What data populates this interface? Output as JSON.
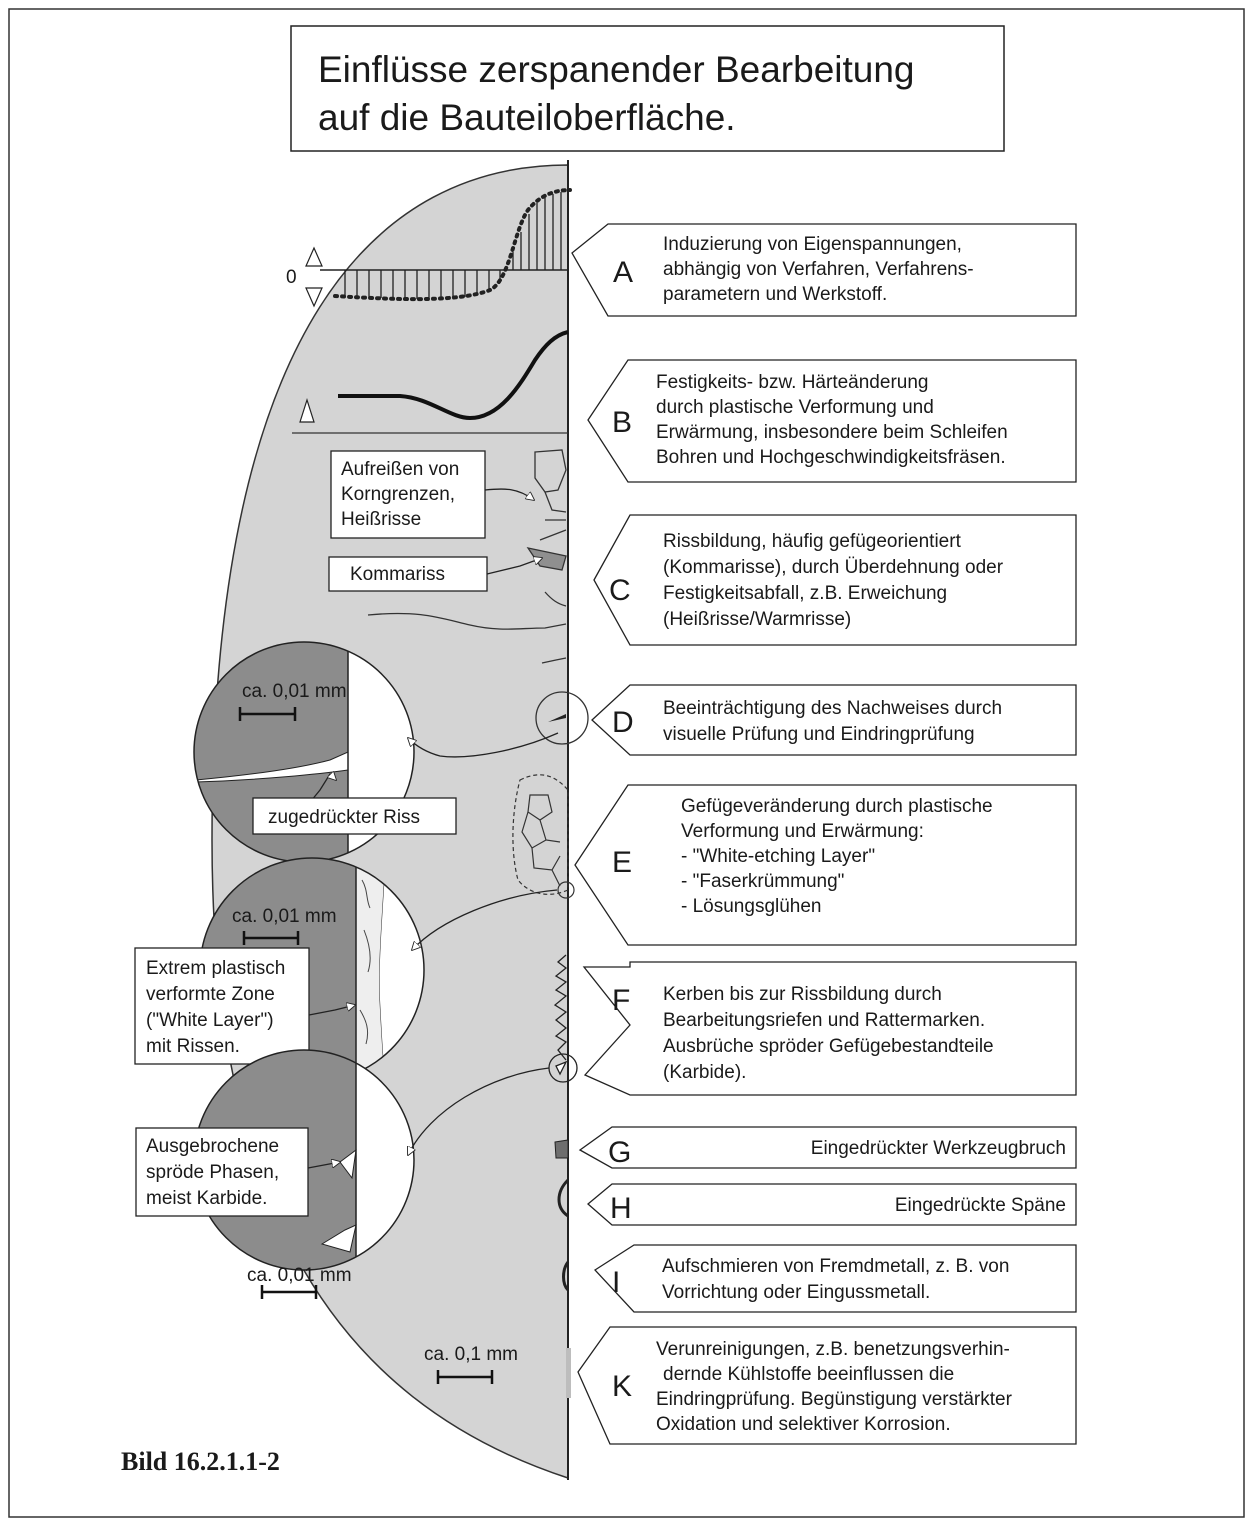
{
  "title": {
    "line1": "Einflüsse zerspanender Bearbeitung",
    "line2": "auf die Bauteiloberfläche."
  },
  "figure_label": "Bild 16.2.1.1-2",
  "diagram": {
    "zero_label": "0",
    "inset_labels": {
      "korngrenzen": [
        "Aufreißen von",
        "Korngrenzen,",
        "Heißrisse"
      ],
      "kommariss": "Kommariss",
      "zugedrueckt": "zugedrückter Riss",
      "white_layer": [
        "Extrem plastisch",
        "verformte Zone",
        "(\"White Layer\")",
        "mit Rissen."
      ],
      "ausgebrochen": [
        "Ausgebrochene",
        "spröde Phasen,",
        "meist Karbide."
      ]
    },
    "scales": {
      "d": "ca. 0,01 mm",
      "e": "ca. 0,01 mm",
      "f": "ca. 0,01 mm",
      "main": "ca. 0,1 mm"
    }
  },
  "callouts": [
    {
      "letter": "A",
      "lines": [
        "Induzierung von Eigenspannungen,",
        "abhängig von Verfahren, Verfahrens-",
        "parametern und Werkstoff."
      ]
    },
    {
      "letter": "B",
      "lines": [
        "Festigkeits- bzw. Härteänderung",
        "durch plastische Verformung und",
        "Erwärmung, insbesondere beim Schleifen",
        "Bohren und Hochgeschwindigkeitsfräsen."
      ]
    },
    {
      "letter": "C",
      "lines": [
        "Rissbildung, häufig gefügeorientiert",
        "(Kommarisse), durch Überdehnung oder",
        "Festigkeitsabfall, z.B. Erweichung",
        "(Heißrisse/Warmrisse)"
      ]
    },
    {
      "letter": "D",
      "lines": [
        "Beeinträchtigung des Nachweises durch",
        "visuelle Prüfung und Eindringprüfung"
      ]
    },
    {
      "letter": "E",
      "lines": [
        "Gefügeveränderung durch plastische",
        "Verformung und Erwärmung:",
        "- \"White-etching Layer\"",
        "- \"Faserkrümmung\"",
        "- Lösungsglühen"
      ]
    },
    {
      "letter": "F",
      "lines": [
        "Kerben bis zur Rissbildung durch",
        "Bearbeitungsriefen und Rattermarken.",
        "Ausbrüche spröder Gefügebestandteile",
        "(Karbide)."
      ]
    },
    {
      "letter": "G",
      "lines": [
        "Eingedrückter Werkzeugbruch"
      ]
    },
    {
      "letter": "H",
      "lines": [
        "Eingedrückte Späne"
      ]
    },
    {
      "letter": "I",
      "lines": [
        "Aufschmieren von Fremdmetall, z. B. von",
        "Vorrichtung oder Eingussmetall."
      ]
    },
    {
      "letter": "K",
      "lines": [
        "Verunreinigungen, z.B. benetzungsverhin-",
        "dernde Kühlstoffe beeinflussen die",
        "Eindringprüfung. Begünstigung verstärkter",
        "Oxidation und selektiver Korrosion."
      ]
    }
  ]
}
